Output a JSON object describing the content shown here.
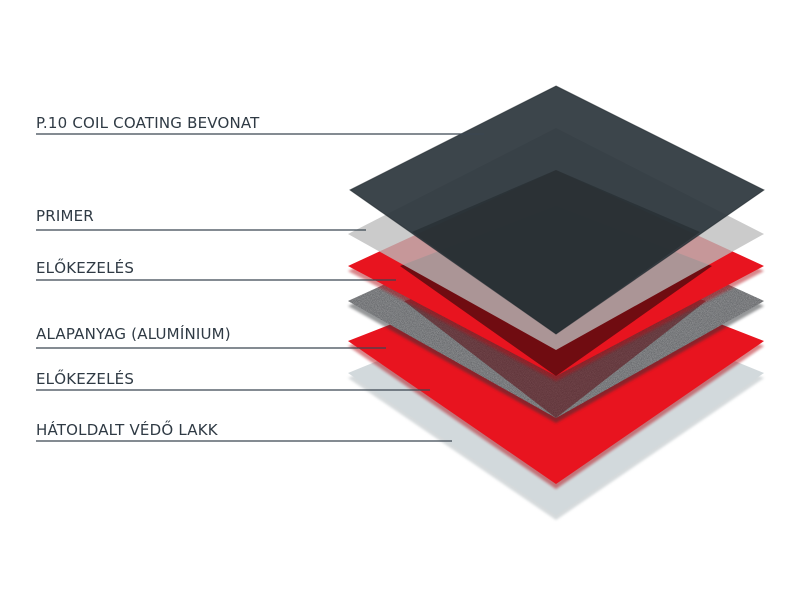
{
  "layers": [
    {
      "label": "P.10 COIL COATING BEVONAT",
      "color": "#37434c"
    },
    {
      "label": "PRIMER",
      "color": "#c9c9c9"
    },
    {
      "label": "ELŐKEZELÉS",
      "color": "#e8141f"
    },
    {
      "label": "ALAPANYAG (ALUMÍNIUM)",
      "color": "#4a4d52"
    },
    {
      "label": "ELŐKEZELÉS",
      "color": "#e8141f"
    },
    {
      "label": "HÁTOLDALT VÉDŐ LAKK",
      "color": "#d3dadd"
    }
  ]
}
